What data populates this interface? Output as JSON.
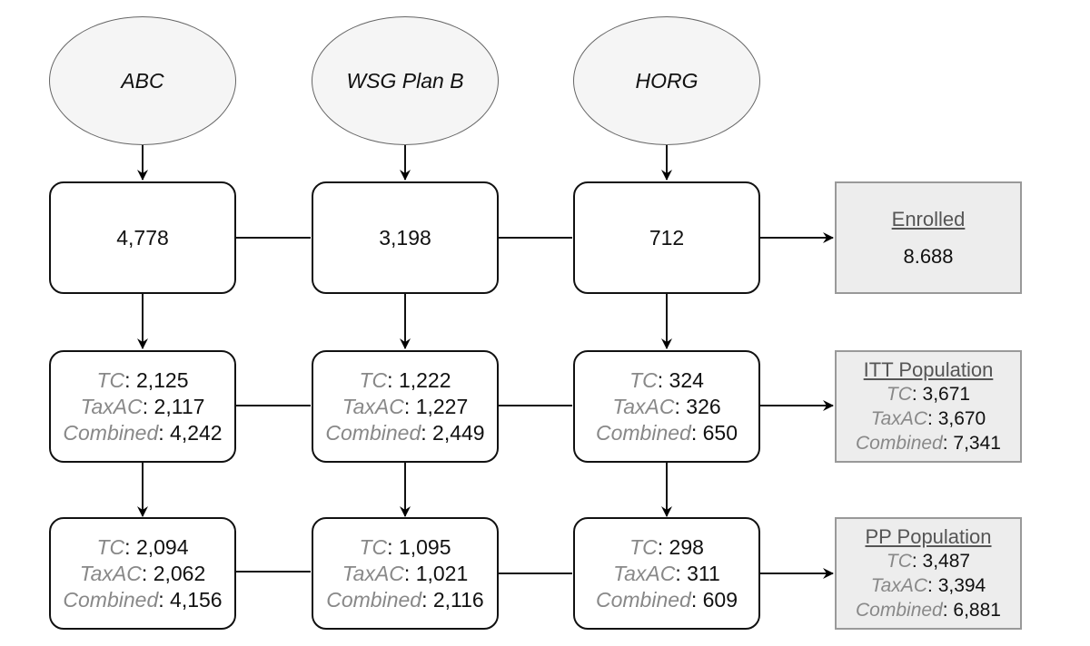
{
  "sources": [
    {
      "name": "ABC"
    },
    {
      "name": "WSG Plan B"
    },
    {
      "name": "HORG"
    }
  ],
  "labels": {
    "tc": "TC",
    "taxac": "TaxAC",
    "combined": "Combined",
    "sep": ": "
  },
  "enrolled_row": {
    "values": [
      "4,778",
      "3,198",
      "712"
    ],
    "summary": {
      "title": "Enrolled",
      "value": "8.688"
    }
  },
  "itt_row": {
    "boxes": [
      {
        "tc": "2,125",
        "taxac": "2,117",
        "combined": "4,242"
      },
      {
        "tc": "1,222",
        "taxac": "1,227",
        "combined": "2,449"
      },
      {
        "tc": "324",
        "taxac": "326",
        "combined": "650"
      }
    ],
    "summary": {
      "title": "ITT Population",
      "tc": "3,671",
      "taxac": "3,670",
      "combined": "7,341"
    }
  },
  "pp_row": {
    "boxes": [
      {
        "tc": "2,094",
        "taxac": "2,062",
        "combined": "4,156"
      },
      {
        "tc": "1,095",
        "taxac": "1,021",
        "combined": "2,116"
      },
      {
        "tc": "298",
        "taxac": "311",
        "combined": "609"
      }
    ],
    "summary": {
      "title": "PP Population",
      "tc": "3,487",
      "taxac": "3,394",
      "combined": "6,881"
    }
  }
}
